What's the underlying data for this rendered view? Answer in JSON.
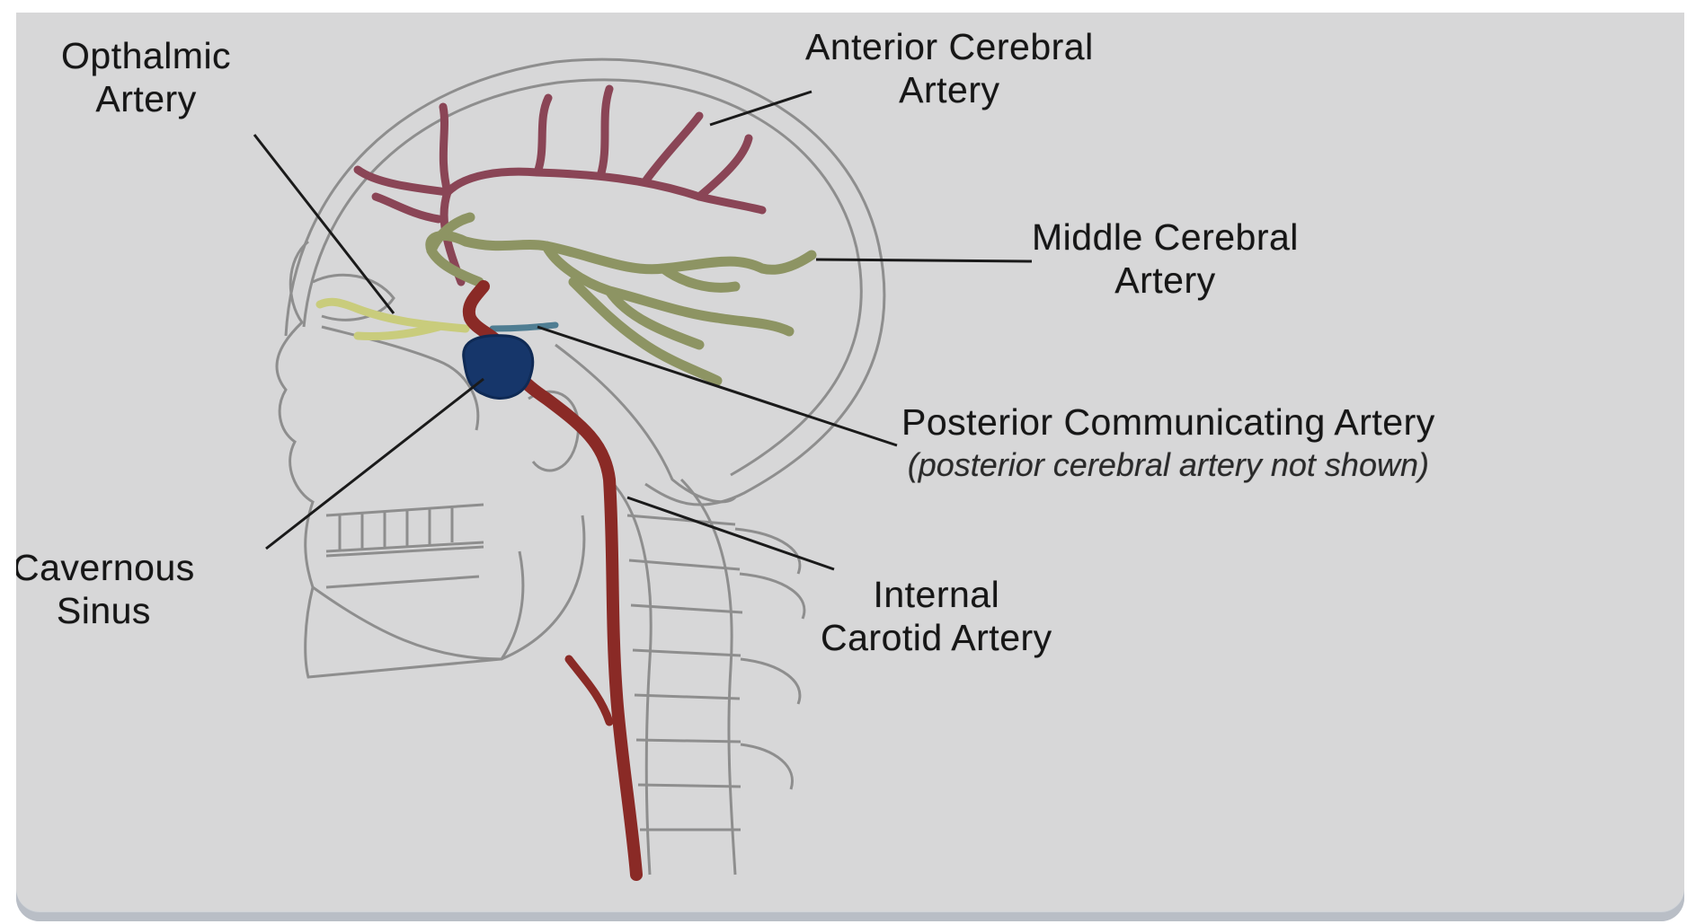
{
  "labels": {
    "ophthalmic": [
      "Opthalmic",
      "Artery"
    ],
    "anterior_cerebral": [
      "Anterior Cerebral",
      "Artery"
    ],
    "middle_cerebral": [
      "Middle Cerebral",
      "Artery"
    ],
    "posterior_communicating": [
      "Posterior Communicating Artery",
      "(posterior cerebral artery not shown)"
    ],
    "internal_carotid": [
      "Internal",
      "Carotid Artery"
    ],
    "cavernous_sinus": [
      "Cavernous",
      "Sinus"
    ]
  },
  "colors": {
    "background": "#d7d7d8",
    "outline": "#8e8e8e",
    "leader_line": "#1a1a1a",
    "anterior_cerebral": "#8a4556",
    "middle_cerebral": "#8d9463",
    "ophthalmic": "#c9cc7c",
    "internal_carotid": "#8a2a26",
    "cavernous_sinus": "#16366a",
    "posterior_communicating": "#4f7d92"
  }
}
